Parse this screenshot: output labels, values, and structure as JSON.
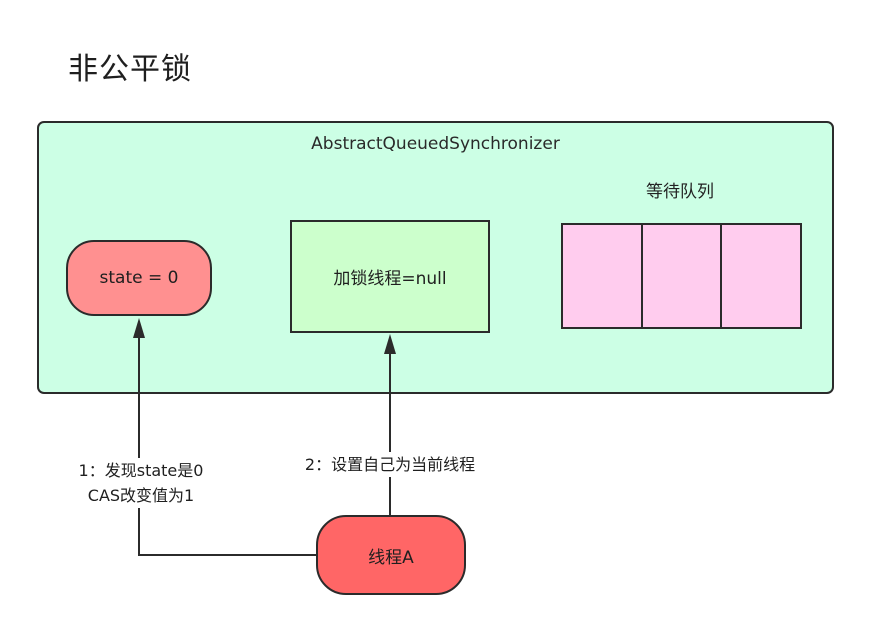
{
  "title": "非公平锁",
  "aqs": {
    "label": "AbstractQueuedSynchronizer"
  },
  "state_node": {
    "label": "state = 0"
  },
  "lock_node": {
    "label": "加锁线程=null"
  },
  "queue": {
    "label": "等待队列",
    "slot_count": 3
  },
  "thread_node": {
    "label": "线程A"
  },
  "edges": [
    {
      "line1": "1：发现state是0",
      "line2": "CAS改变值为1"
    },
    {
      "line1": "2：设置自己为当前线程"
    }
  ],
  "colors": {
    "aqs_fill": "#ccffe5",
    "state_fill": "#ff9090",
    "lock_fill": "#ccffcc",
    "queue_fill": "#ffccee",
    "thread_fill": "#ff6666"
  }
}
